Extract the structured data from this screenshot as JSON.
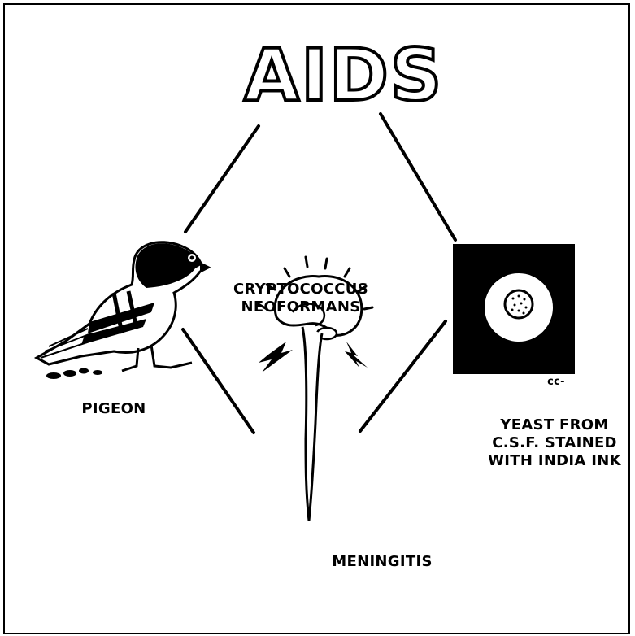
{
  "title": "AIDS",
  "center_label": "CRYPTOCOCCUS\nNEOFORMANS",
  "nodes": {
    "pigeon": "PIGEON",
    "yeast": "YEAST FROM\nC.S.F. STAINED\nWITH INDIA INK",
    "meningitis": "MENINGITIS"
  },
  "signature": "cc-",
  "colors": {
    "ink": "#000000",
    "paper": "#ffffff"
  },
  "icons": [
    "pigeon-icon",
    "yeast-cell-icon",
    "brain-icon",
    "lightning-icon"
  ]
}
